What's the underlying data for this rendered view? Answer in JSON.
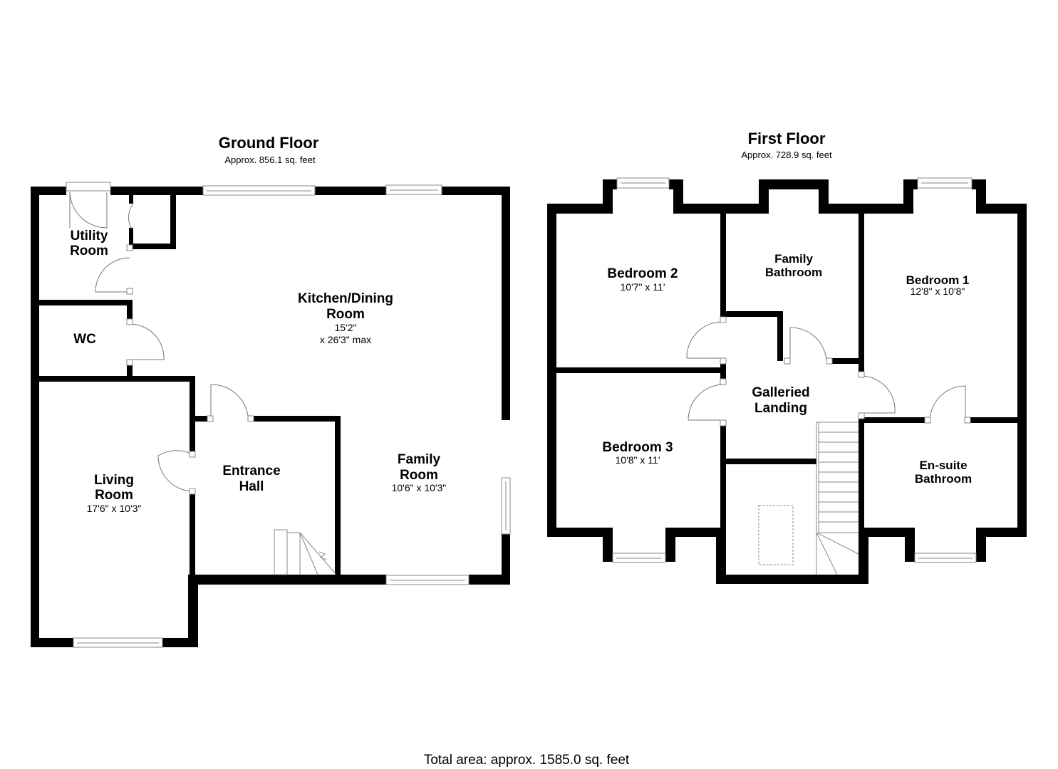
{
  "ground_floor": {
    "title": "Ground Floor",
    "area": "Approx. 856.1 sq. feet",
    "rooms": [
      {
        "name_line1": "Utility",
        "name_line2": "Room",
        "dims": ""
      },
      {
        "name_line1": "WC",
        "name_line2": "",
        "dims": ""
      },
      {
        "name_line1": "Kitchen/Dining",
        "name_line2": "Room",
        "dims": "15'2\"",
        "dims2": "x 26'3\" max"
      },
      {
        "name_line1": "Living",
        "name_line2": "Room",
        "dims": "17'6\" x 10'3\""
      },
      {
        "name_line1": "Entrance",
        "name_line2": "Hall",
        "dims": ""
      },
      {
        "name_line1": "Family",
        "name_line2": "Room",
        "dims": "10'6\" x 10'3\""
      }
    ]
  },
  "first_floor": {
    "title": "First Floor",
    "area": "Approx. 728.9 sq. feet",
    "rooms": [
      {
        "name_line1": "Bedroom 2",
        "name_line2": "",
        "dims": "10'7\" x 11'"
      },
      {
        "name_line1": "Family",
        "name_line2": "Bathroom",
        "dims": ""
      },
      {
        "name_line1": "Bedroom 1",
        "name_line2": "",
        "dims": "12'8\" x 10'8\""
      },
      {
        "name_line1": "Galleried",
        "name_line2": "Landing",
        "dims": ""
      },
      {
        "name_line1": "Bedroom 3",
        "name_line2": "",
        "dims": "10'8\" x 11'"
      },
      {
        "name_line1": "En-suite",
        "name_line2": "Bathroom",
        "dims": ""
      }
    ]
  },
  "footer": {
    "total_area": "Total area: approx. 1585.0 sq. feet"
  },
  "colors": {
    "wall": "#000000",
    "background": "#ffffff",
    "fixture_line": "#888888"
  }
}
